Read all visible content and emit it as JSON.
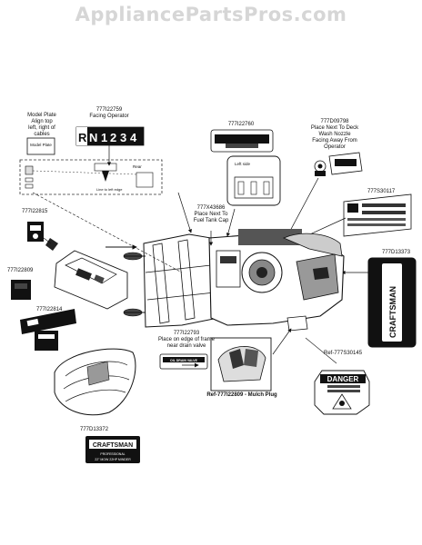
{
  "watermark": "AppliancePartsPros.com",
  "callouts": {
    "model_plate": "Model Plate\nAlign top\nleft, right of\ncables",
    "model_plate_inner": "Model Plate",
    "shift_decal": "777I22759\nFacing Operator",
    "shift_letters": [
      "R",
      "N",
      "1",
      "2",
      "3",
      "4"
    ],
    "rear": "Rear",
    "line_to_left_edge": "Line to left edge",
    "throttle_decal": "777I22760",
    "left_side": "Left side",
    "wash_nozzle": "777D09798\nPlace Next To Deck\nWash Nozzle\nFacing Away From\nOperator",
    "fuel_tank": "777X43686\nPlace Next To\nFuel Tank Cap",
    "decal_530117": "777S30117",
    "decal_22815": "777I22815",
    "decal_22809": "777I22809",
    "decal_22814": "777I22814",
    "decal_13373": "777D13373",
    "drain_valve": "777I22793\nPlace on edge of frame\nnear drain valve",
    "drain_valve_inner": "OIL DRAIN VALVE",
    "mulch_plug": "Ref-777I22809 - Mulch Plug",
    "ref_530145": "Ref-777S30145",
    "danger": "DANGER",
    "decal_13372": "777D13372",
    "craftsman": "CRAFTSMAN",
    "professional": "PROFESSIONAL",
    "hp_text": "22\" MOW 22HP MINDER"
  }
}
